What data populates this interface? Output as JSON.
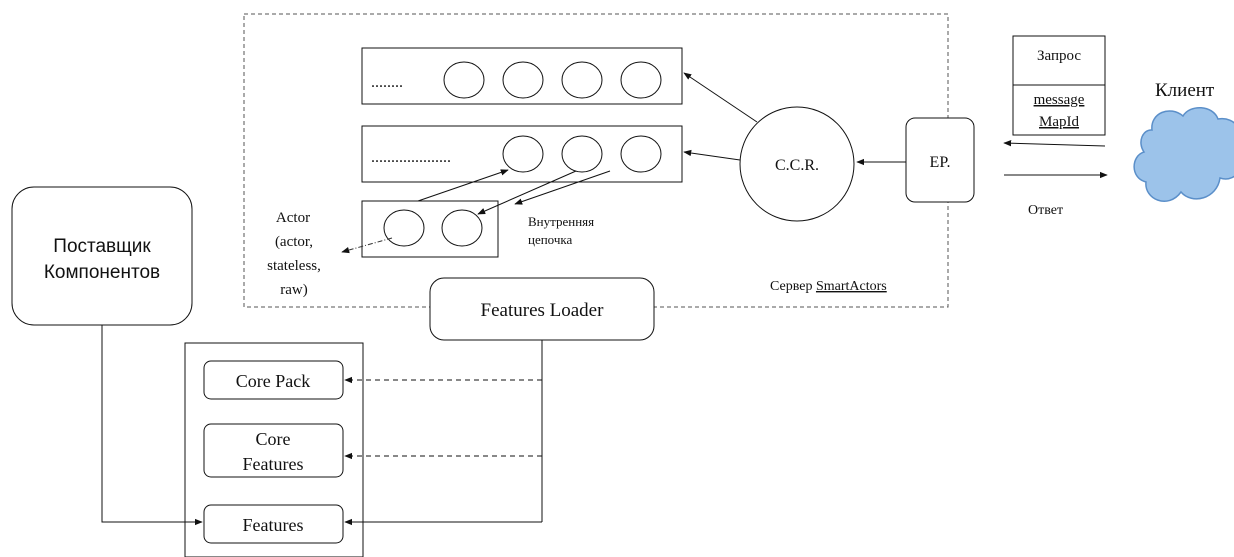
{
  "colors": {
    "line": "#111111",
    "cloud_fill": "#9cc3ea",
    "cloud_stroke": "#5b8fc9",
    "spellcheck": "#d23b3b"
  },
  "icons": [
    "cloud-icon"
  ],
  "server": {
    "caption_prefix": "Сервер ",
    "caption_name": "SmartActors"
  },
  "chains": {
    "row1_dots": "........",
    "row2_dots": "...................."
  },
  "ccr": {
    "label": "C.C.R."
  },
  "ep": {
    "label": "EP."
  },
  "request": {
    "header": "Запрос",
    "field1": "message",
    "field2": "MapId"
  },
  "client": {
    "label": "Клиент"
  },
  "response": {
    "label": "Ответ"
  },
  "inner_chain": {
    "line1": "Внутренняя",
    "line2": "цепочка"
  },
  "actor": {
    "line1": "Actor",
    "line2": "(actor,",
    "line3": "stateless,",
    "line4": "raw)"
  },
  "provider": {
    "line1": "Поставщик",
    "line2": "Компонентов"
  },
  "loader": {
    "label": "Features Loader"
  },
  "packages": {
    "core_pack": "Core Pack",
    "core_features_line1": "Core",
    "core_features_line2": "Features",
    "features": "Features"
  }
}
